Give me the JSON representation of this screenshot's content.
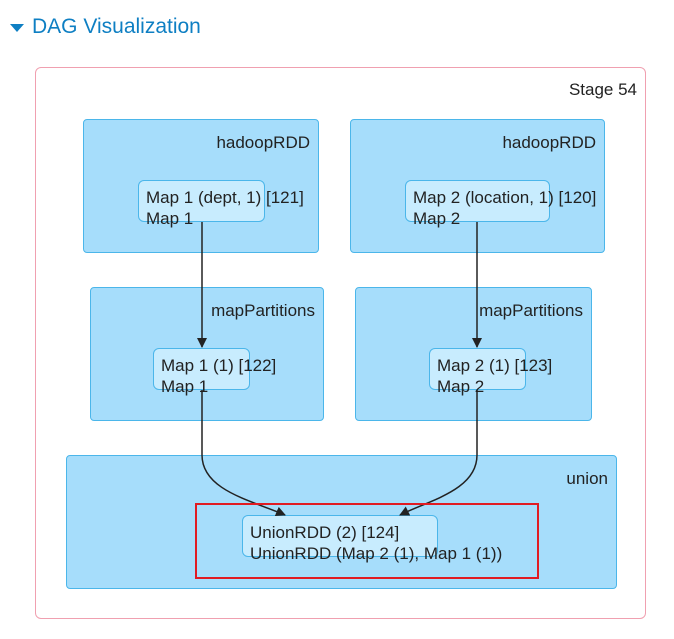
{
  "header": {
    "title": "DAG Visualization",
    "toggle_icon": "caret-down-icon"
  },
  "stage": {
    "label": "Stage 54"
  },
  "clusters": [
    {
      "id": "hadoop1",
      "label": "hadoopRDD"
    },
    {
      "id": "hadoop2",
      "label": "hadoopRDD"
    },
    {
      "id": "mp1",
      "label": "mapPartitions"
    },
    {
      "id": "mp2",
      "label": "mapPartitions"
    },
    {
      "id": "union",
      "label": "union"
    }
  ],
  "nodes": [
    {
      "id": "n121",
      "line1": "Map 1 (dept, 1) [121]",
      "line2": "Map 1"
    },
    {
      "id": "n120",
      "line1": "Map 2 (location, 1) [120]",
      "line2": "Map 2"
    },
    {
      "id": "n122",
      "line1": "Map 1 (1) [122]",
      "line2": "Map 1"
    },
    {
      "id": "n123",
      "line1": "Map 2 (1) [123]",
      "line2": "Map 2"
    },
    {
      "id": "n124",
      "line1": "UnionRDD (2) [124]",
      "line2": "UnionRDD (Map 2 (1), Map 1 (1))"
    }
  ],
  "colors": {
    "link": "#0e7fc3",
    "cluster_fill": "#a6ddfb",
    "node_fill": "#c8ecfe",
    "border": "#4bb6ea",
    "stage_border": "#f0a0b0",
    "highlight": "#e11b22"
  }
}
